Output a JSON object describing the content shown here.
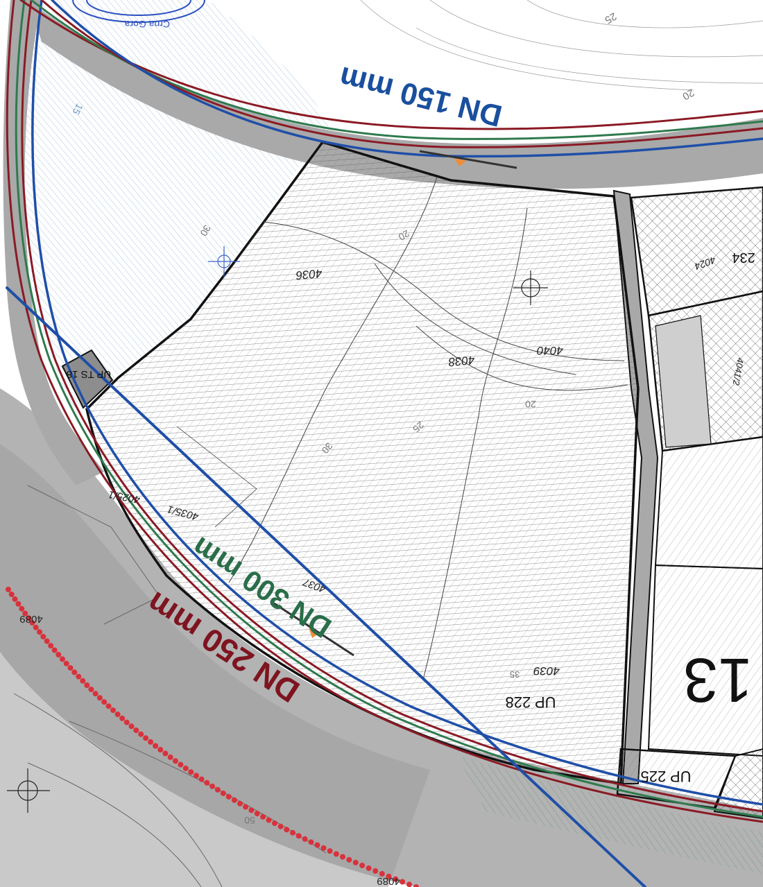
{
  "map": {
    "pipes": {
      "dn150": "DN 150 mm",
      "dn300": "DN 300 mm",
      "dn250": "DN 250 mm"
    },
    "parcels": {
      "up228": "UP 228",
      "up225": "UP 225",
      "upts18": "UP TS 18",
      "block13": "13",
      "p234": "234"
    },
    "cadastral": {
      "c4036": "4036",
      "c4038": "4038",
      "c4040": "4040",
      "c4037": "4037",
      "c4039": "4039",
      "c4035": "4035/1",
      "c4025": "4025/1",
      "c4089a": "4089",
      "c4089b": "4089",
      "c4024": "4024",
      "c4041": "4041/2"
    },
    "contours": {
      "c25a": "25",
      "c20a": "20",
      "c15": "15",
      "c30": "30",
      "c20b": "20",
      "c25b": "25",
      "c30b": "30",
      "c35": "35",
      "c50": "50",
      "c20c": "20"
    },
    "stamp_text": "Crna Gora",
    "colors": {
      "blue_pipe": "#1f4fa8",
      "red_pipe": "#8a1a24",
      "green_pipe": "#2f7a4e",
      "road": "#a9a9a9",
      "boundary": "#111111",
      "dotted_line": "#d8323c",
      "dn150_text": "#1a4f9e",
      "dn300_text": "#2a6e4a",
      "dn250_text": "#7e1420"
    },
    "icons": [
      "survey-point-icon",
      "crosshair-icon",
      "triangle-marker-icon"
    ]
  }
}
